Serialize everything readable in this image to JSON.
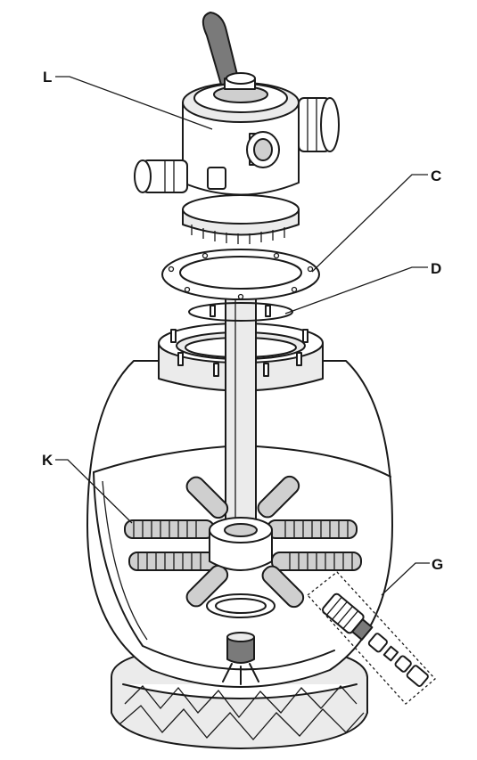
{
  "callouts": {
    "L": "L",
    "C": "C",
    "D": "D",
    "K": "K",
    "G": "G"
  },
  "colors": {
    "line": "#1a1a1a",
    "background": "#ffffff",
    "shade": "#cfcfcf"
  }
}
